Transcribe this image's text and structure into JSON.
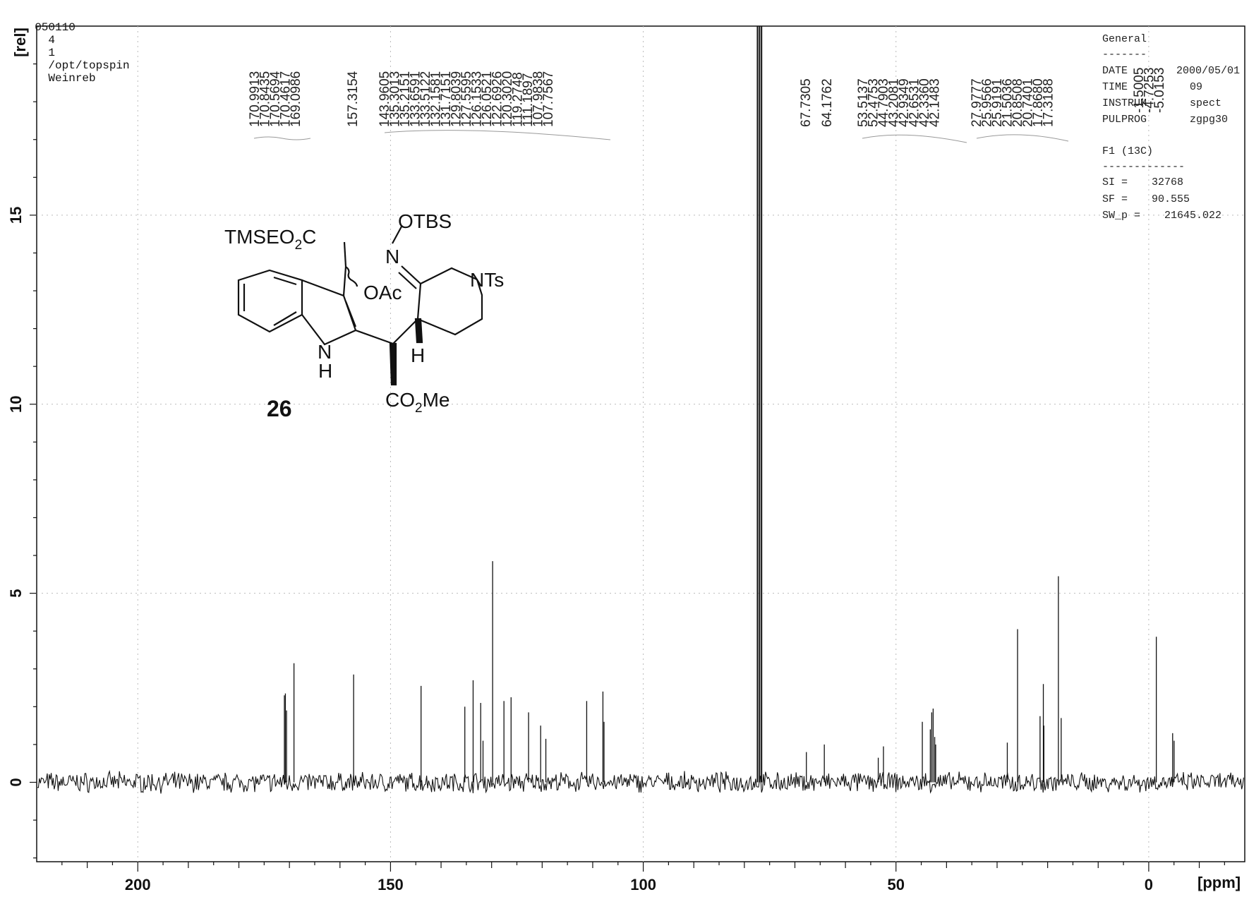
{
  "header": {
    "run_id": "050110",
    "expno": "4",
    "procno": "1",
    "path": "/opt/topspin",
    "user": "Weinreb"
  },
  "parameters": {
    "title": "General",
    "separator1": "-------",
    "date_label": "DATE",
    "date_value": "2000/05/01",
    "time_label": "TIME",
    "time_value": "09",
    "instrum_label": "INSTRUM",
    "instrum_value": "spect",
    "pulprog_label": "PULPROG",
    "pulprog_value": "zgpg30",
    "f1_label": "F1 (13C)",
    "separator2": "-------------",
    "si_label": "SI =",
    "si_value": "32768",
    "sf_label": "SF =",
    "sf_value": "90.555",
    "swp_label": "SW_p =",
    "swp_value": "21645.022"
  },
  "structure": {
    "compound_number": "26",
    "labels": {
      "tmseo2c_main": "TMSEO",
      "tmseo2c_sub": "2",
      "tmseo2c_end": "C",
      "otbs": "OTBS",
      "n_oxime": "N",
      "nts": "NTs",
      "oac": "OAc",
      "nh_n": "N",
      "nh_h": "H",
      "h_stereo": "H",
      "co2me_main": "CO",
      "co2me_sub": "2",
      "co2me_end": "Me"
    }
  },
  "chart_data": {
    "type": "line",
    "xlabel": "[ppm]",
    "ylabel": "[rel]",
    "xlim": [
      220,
      -19
    ],
    "ylim": [
      -2.1,
      20.0
    ],
    "x_ticks": [
      200,
      150,
      100,
      50,
      0
    ],
    "y_ticks": [
      0,
      5,
      10,
      15
    ],
    "grid": true,
    "peak_labels_left": [
      "170.9913",
      "170.8435",
      "170.5694",
      "170.4617",
      "169.0986",
      "157.3154",
      "143.9605",
      "135.3013",
      "135.2151",
      "133.6591",
      "133.5122",
      "132.1581",
      "131.7151",
      "129.8039",
      "127.5595",
      "126.1533",
      "126.0521",
      "122.6926",
      "120.3020",
      "119.2748",
      "111.1897",
      "107.9838",
      "107.7567"
    ],
    "peak_labels_right": [
      "67.7305",
      "64.1762",
      "53.5137",
      "52.4753",
      "44.7903",
      "43.2081",
      "42.9349",
      "42.6531",
      "42.3360",
      "42.1483",
      "27.9777",
      "25.9566",
      "25.9191",
      "21.5036",
      "20.8508",
      "20.7401",
      "17.8680",
      "17.3188"
    ],
    "peak_labels_overlap": [
      "-1.5005",
      "-4.7253",
      "-5.0153"
    ],
    "peaks": [
      {
        "x": 171.0,
        "y": 2.3
      },
      {
        "x": 170.8,
        "y": 2.35
      },
      {
        "x": 170.57,
        "y": 1.9
      },
      {
        "x": 169.1,
        "y": 3.15
      },
      {
        "x": 157.3,
        "y": 2.85
      },
      {
        "x": 143.96,
        "y": 2.55
      },
      {
        "x": 135.3,
        "y": 2.0
      },
      {
        "x": 133.66,
        "y": 2.7
      },
      {
        "x": 132.16,
        "y": 2.1
      },
      {
        "x": 131.7,
        "y": 1.1
      },
      {
        "x": 129.8,
        "y": 5.85
      },
      {
        "x": 127.56,
        "y": 2.15
      },
      {
        "x": 126.15,
        "y": 2.25
      },
      {
        "x": 122.69,
        "y": 1.85
      },
      {
        "x": 120.3,
        "y": 1.5
      },
      {
        "x": 119.27,
        "y": 1.15
      },
      {
        "x": 111.19,
        "y": 2.15
      },
      {
        "x": 107.98,
        "y": 2.4
      },
      {
        "x": 107.76,
        "y": 1.6
      },
      {
        "x": 77.4,
        "y": 20.0
      },
      {
        "x": 77.0,
        "y": 20.0
      },
      {
        "x": 76.6,
        "y": 20.0
      },
      {
        "x": 67.73,
        "y": 0.8
      },
      {
        "x": 64.18,
        "y": 1.0
      },
      {
        "x": 53.51,
        "y": 0.65
      },
      {
        "x": 52.48,
        "y": 0.95
      },
      {
        "x": 44.79,
        "y": 1.6
      },
      {
        "x": 43.21,
        "y": 1.4
      },
      {
        "x": 42.93,
        "y": 1.85
      },
      {
        "x": 42.65,
        "y": 1.95
      },
      {
        "x": 42.34,
        "y": 1.2
      },
      {
        "x": 42.15,
        "y": 1.0
      },
      {
        "x": 27.98,
        "y": 1.05
      },
      {
        "x": 25.95,
        "y": 4.05
      },
      {
        "x": 21.5,
        "y": 1.75
      },
      {
        "x": 20.85,
        "y": 2.6
      },
      {
        "x": 20.74,
        "y": 1.5
      },
      {
        "x": 17.87,
        "y": 5.45
      },
      {
        "x": 17.32,
        "y": 1.7
      },
      {
        "x": -1.5,
        "y": 3.85
      },
      {
        "x": -4.73,
        "y": 1.3
      },
      {
        "x": -5.02,
        "y": 1.1
      }
    ]
  }
}
